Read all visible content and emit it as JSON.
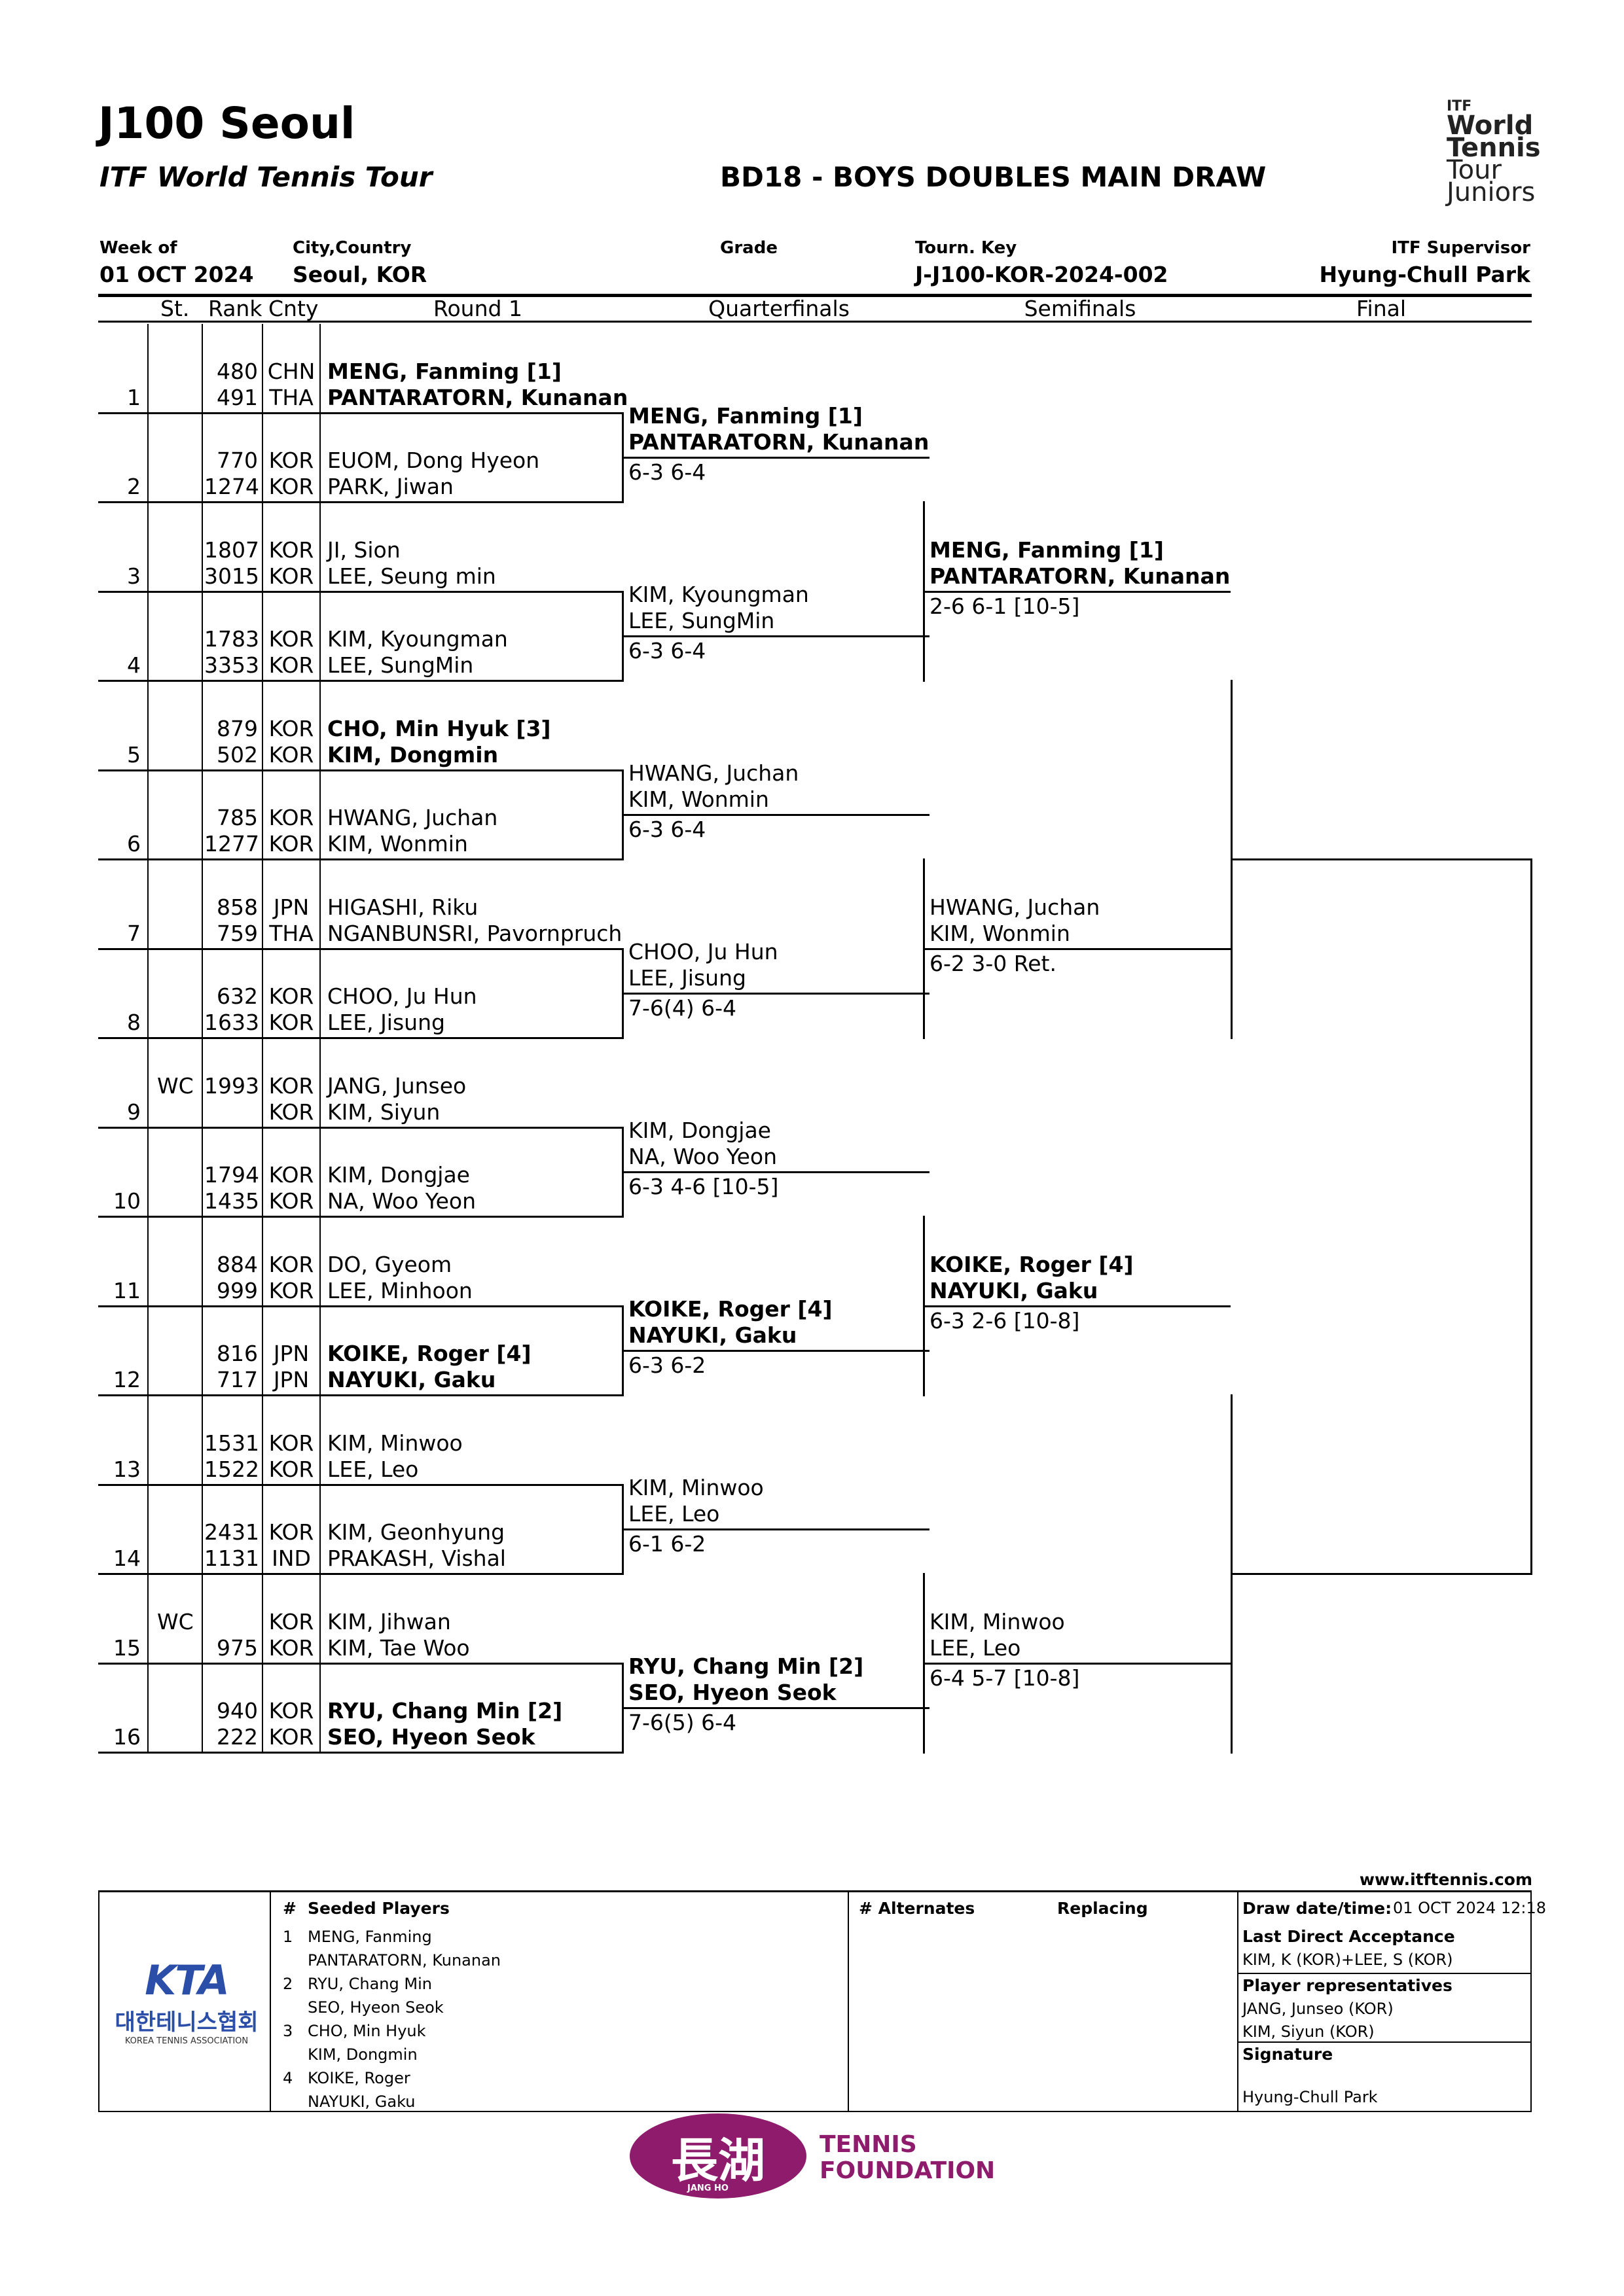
{
  "header": {
    "title": "J100 Seoul",
    "subtitle": "ITF World Tennis Tour",
    "draw_title": "BD18 - BOYS DOUBLES MAIN DRAW",
    "logo": {
      "line1": "ITF",
      "line2": "World",
      "line3": "Tennis",
      "line4": "Tour",
      "line5": "Juniors"
    },
    "week_of_label": "Week of",
    "week_of": "01 OCT 2024",
    "city_label": "City,Country",
    "city": "Seoul, KOR",
    "grade_label": "Grade",
    "grade": "",
    "key_label": "Tourn. Key",
    "key": "J-J100-KOR-2024-002",
    "supervisor_label": "ITF Supervisor",
    "supervisor": "Hyung-Chull Park"
  },
  "columns": {
    "st": "St.",
    "rank": "Rank",
    "cnty": "Cnty",
    "r1": "Round 1",
    "qf": "Quarterfinals",
    "sf": "Semifinals",
    "final": "Final"
  },
  "round1": [
    {
      "num": "1",
      "st": "",
      "r1": "480",
      "c1": "CHN",
      "p1": "MENG, Fanming [1]",
      "r2": "491",
      "c2": "THA",
      "p2": "PANTARATORN, Kunanan",
      "seed": true
    },
    {
      "num": "2",
      "st": "",
      "r1": "770",
      "c1": "KOR",
      "p1": "EUOM, Dong Hyeon",
      "r2": "1274",
      "c2": "KOR",
      "p2": "PARK, Jiwan",
      "seed": false
    },
    {
      "num": "3",
      "st": "",
      "r1": "1807",
      "c1": "KOR",
      "p1": "JI, Sion",
      "r2": "3015",
      "c2": "KOR",
      "p2": "LEE, Seung min",
      "seed": false
    },
    {
      "num": "4",
      "st": "",
      "r1": "1783",
      "c1": "KOR",
      "p1": "KIM, Kyoungman",
      "r2": "3353",
      "c2": "KOR",
      "p2": "LEE, SungMin",
      "seed": false
    },
    {
      "num": "5",
      "st": "",
      "r1": "879",
      "c1": "KOR",
      "p1": "CHO, Min Hyuk [3]",
      "r2": "502",
      "c2": "KOR",
      "p2": "KIM, Dongmin",
      "seed": true
    },
    {
      "num": "6",
      "st": "",
      "r1": "785",
      "c1": "KOR",
      "p1": "HWANG, Juchan",
      "r2": "1277",
      "c2": "KOR",
      "p2": "KIM, Wonmin",
      "seed": false
    },
    {
      "num": "7",
      "st": "",
      "r1": "858",
      "c1": "JPN",
      "p1": "HIGASHI, Riku",
      "r2": "759",
      "c2": "THA",
      "p2": "NGANBUNSRI, Pavornpruch",
      "seed": false
    },
    {
      "num": "8",
      "st": "",
      "r1": "632",
      "c1": "KOR",
      "p1": "CHOO, Ju Hun",
      "r2": "1633",
      "c2": "KOR",
      "p2": "LEE, Jisung",
      "seed": false
    },
    {
      "num": "9",
      "st": "WC",
      "r1": "1993",
      "c1": "KOR",
      "p1": "JANG, Junseo",
      "r2": "",
      "c2": "KOR",
      "p2": "KIM, Siyun",
      "seed": false
    },
    {
      "num": "10",
      "st": "",
      "r1": "1794",
      "c1": "KOR",
      "p1": "KIM, Dongjae",
      "r2": "1435",
      "c2": "KOR",
      "p2": "NA, Woo Yeon",
      "seed": false
    },
    {
      "num": "11",
      "st": "",
      "r1": "884",
      "c1": "KOR",
      "p1": "DO, Gyeom",
      "r2": "999",
      "c2": "KOR",
      "p2": "LEE, Minhoon",
      "seed": false
    },
    {
      "num": "12",
      "st": "",
      "r1": "816",
      "c1": "JPN",
      "p1": "KOIKE, Roger [4]",
      "r2": "717",
      "c2": "JPN",
      "p2": "NAYUKI, Gaku",
      "seed": true
    },
    {
      "num": "13",
      "st": "",
      "r1": "1531",
      "c1": "KOR",
      "p1": "KIM, Minwoo",
      "r2": "1522",
      "c2": "KOR",
      "p2": "LEE, Leo",
      "seed": false
    },
    {
      "num": "14",
      "st": "",
      "r1": "2431",
      "c1": "KOR",
      "p1": "KIM, Geonhyung",
      "r2": "1131",
      "c2": "IND",
      "p2": "PRAKASH, Vishal",
      "seed": false
    },
    {
      "num": "15",
      "st": "WC",
      "r1": "",
      "c1": "KOR",
      "p1": "KIM, Jihwan",
      "r2": "975",
      "c2": "KOR",
      "p2": "KIM, Tae Woo",
      "seed": false
    },
    {
      "num": "16",
      "st": "",
      "r1": "940",
      "c1": "KOR",
      "p1": "RYU, Chang Min [2]",
      "r2": "222",
      "c2": "KOR",
      "p2": "SEO, Hyeon Seok",
      "seed": true
    }
  ],
  "quarterfinals": [
    {
      "p1": "MENG, Fanming [1]",
      "p2": "PANTARATORN, Kunanan",
      "score": "6-3 6-4",
      "seed": true
    },
    {
      "p1": "KIM, Kyoungman",
      "p2": "LEE, SungMin",
      "score": "6-3 6-4",
      "seed": false
    },
    {
      "p1": "HWANG, Juchan",
      "p2": "KIM, Wonmin",
      "score": "6-3 6-4",
      "seed": false
    },
    {
      "p1": "CHOO, Ju Hun",
      "p2": "LEE, Jisung",
      "score": "7-6(4) 6-4",
      "seed": false
    },
    {
      "p1": "KIM, Dongjae",
      "p2": "NA, Woo Yeon",
      "score": "6-3 4-6 [10-5]",
      "seed": false
    },
    {
      "p1": "KOIKE, Roger [4]",
      "p2": "NAYUKI, Gaku",
      "score": "6-3 6-2",
      "seed": true
    },
    {
      "p1": "KIM, Minwoo",
      "p2": "LEE, Leo",
      "score": "6-1 6-2",
      "seed": false
    },
    {
      "p1": "RYU, Chang Min [2]",
      "p2": "SEO, Hyeon Seok",
      "score": "7-6(5) 6-4",
      "seed": true
    }
  ],
  "semifinals": [
    {
      "p1": "MENG, Fanming [1]",
      "p2": "PANTARATORN, Kunanan",
      "score": "2-6 6-1 [10-5]",
      "seed": true
    },
    {
      "p1": "HWANG, Juchan",
      "p2": "KIM, Wonmin",
      "score": "6-2 3-0 Ret.",
      "seed": false
    },
    {
      "p1": "KOIKE, Roger [4]",
      "p2": "NAYUKI, Gaku",
      "score": "6-3 2-6 [10-8]",
      "seed": true
    },
    {
      "p1": "KIM, Minwoo",
      "p2": "LEE, Leo",
      "score": "6-4 5-7 [10-8]",
      "seed": false
    }
  ],
  "footer": {
    "website": "www.itftennis.com",
    "kta_logo": "KTA",
    "kta_korean": "대한테니스협회",
    "kta_english": "KOREA TENNIS ASSOCIATION",
    "seeded_hash": "#",
    "seeded_title": "Seeded Players",
    "seeded": [
      {
        "n": "1",
        "a": "MENG, Fanming",
        "b": "PANTARATORN, Kunanan"
      },
      {
        "n": "2",
        "a": "RYU, Chang Min",
        "b": "SEO, Hyeon Seok"
      },
      {
        "n": "3",
        "a": "CHO, Min Hyuk",
        "b": "KIM, Dongmin"
      },
      {
        "n": "4",
        "a": "KOIKE, Roger",
        "b": "NAYUKI, Gaku"
      }
    ],
    "alternates_title": "# Alternates",
    "replacing_title": "Replacing",
    "draw_date_label": "Draw date/time:",
    "draw_date": "01 OCT 2024 12:18",
    "lda_label": "Last Direct Acceptance",
    "lda": "KIM, K (KOR)+LEE, S (KOR)",
    "reps_label": "Player representatives",
    "rep1": "JANG, Junseo (KOR)",
    "rep2": "KIM, Siyun (KOR)",
    "signature_label": "Signature",
    "signature": "Hyung-Chull Park"
  },
  "sponsor": {
    "mark": "長湖",
    "sub": "JANG HO",
    "line1": "TENNIS",
    "line2": "FOUNDATION",
    "color": "#8e1b6b"
  }
}
